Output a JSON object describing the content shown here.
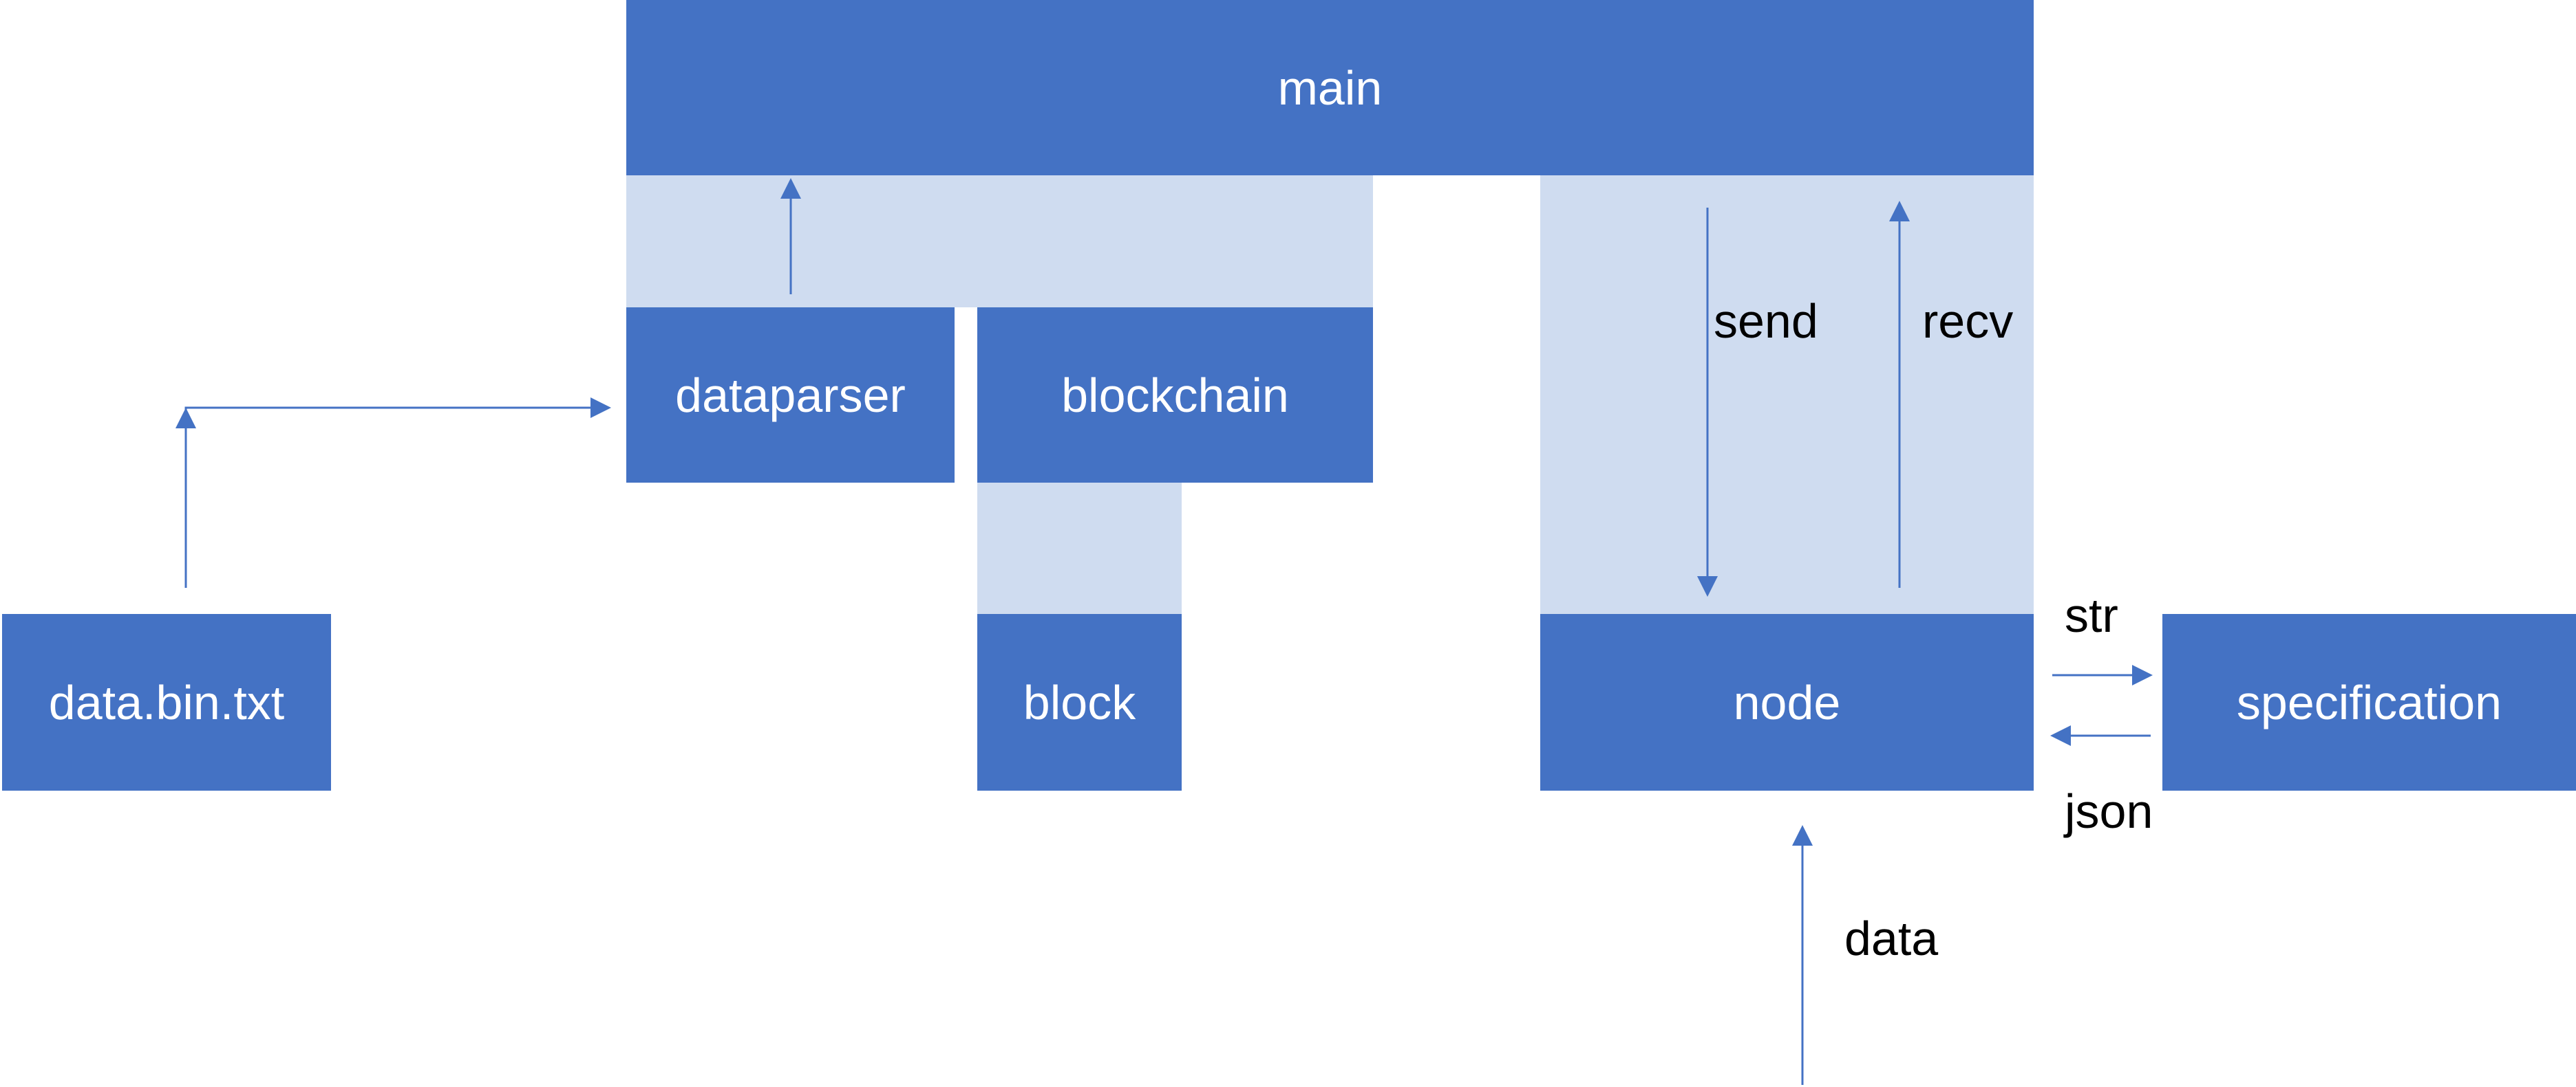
{
  "colors": {
    "box": "#4472c4",
    "band": "#cfdcf0",
    "arrow": "#4472c4",
    "text_on_box": "#ffffff",
    "label": "#000000"
  },
  "boxes": {
    "main": "main",
    "dataparser": "dataparser",
    "blockchain": "blockchain",
    "block": "block",
    "data_bin": "data.bin.txt",
    "node": "node",
    "specification": "specification"
  },
  "labels": {
    "send": "send",
    "recv": "recv",
    "str": "str",
    "json": "json",
    "data": "data"
  }
}
